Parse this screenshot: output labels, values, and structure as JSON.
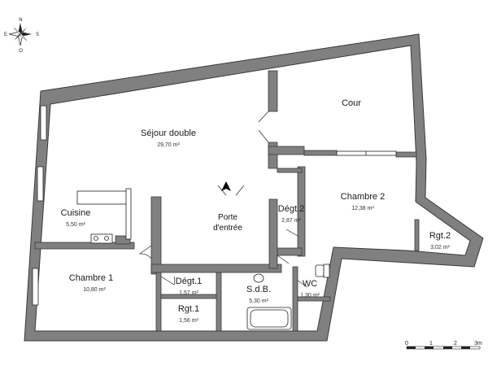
{
  "rooms": {
    "sejour": {
      "name": "Séjour double",
      "area": "29,70 m²"
    },
    "cour": {
      "name": "Cour"
    },
    "cuisine": {
      "name": "Cuisine",
      "area": "5,50 m²"
    },
    "degt2": {
      "name": "Dégt.2",
      "area": "2,87 m²"
    },
    "chambre2": {
      "name": "Chambre 2",
      "area": "12,38 m²"
    },
    "rgt2": {
      "name": "Rgt.2",
      "area": "3,02 m²"
    },
    "chambre1": {
      "name": "Chambre 1",
      "area": "10,80 m²"
    },
    "degt1": {
      "name": "Dégt.1",
      "area": "1,57 m²"
    },
    "rgt1": {
      "name": "Rgt.1",
      "area": "1,56 m²"
    },
    "sdb": {
      "name": "S.d.B.",
      "area": "5,30 m²"
    },
    "wc": {
      "name": "WC",
      "area": "1,30 m²"
    }
  },
  "entrance": {
    "line1": "Porte",
    "line2": "d'entrée"
  },
  "scale": {
    "ticks": [
      "0",
      "1",
      "2",
      "3m"
    ]
  },
  "compass": {
    "letters": [
      "N",
      "S",
      "E",
      "O"
    ]
  },
  "colors": {
    "wall": "#808080",
    "wall_stroke": "#3a3a3a",
    "line": "#222222",
    "background": "#ffffff"
  }
}
